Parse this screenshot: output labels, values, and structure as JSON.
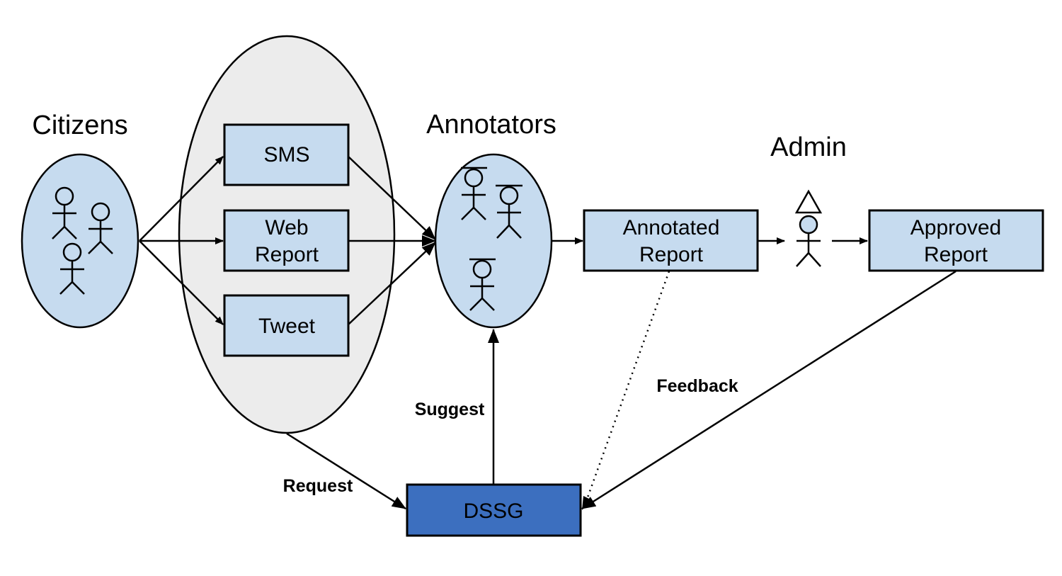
{
  "groups": {
    "citizens": "Citizens",
    "annotators": "Annotators",
    "admin": "Admin"
  },
  "channels": {
    "sms": "SMS",
    "web_report_line1": "Web",
    "web_report_line2": "Report",
    "tweet": "Tweet"
  },
  "reports": {
    "annotated_line1": "Annotated",
    "annotated_line2": "Report",
    "approved_line1": "Approved",
    "approved_line2": "Report"
  },
  "system": {
    "dssg": "DSSG"
  },
  "edges": {
    "request": "Request",
    "suggest": "Suggest",
    "feedback": "Feedback"
  },
  "colors": {
    "light_box": "#c6dbef",
    "dark_box": "#3c6fbf",
    "channel_ellipse": "#ececec"
  },
  "icons": [
    "person-icon",
    "annotator-icon",
    "admin-icon"
  ]
}
